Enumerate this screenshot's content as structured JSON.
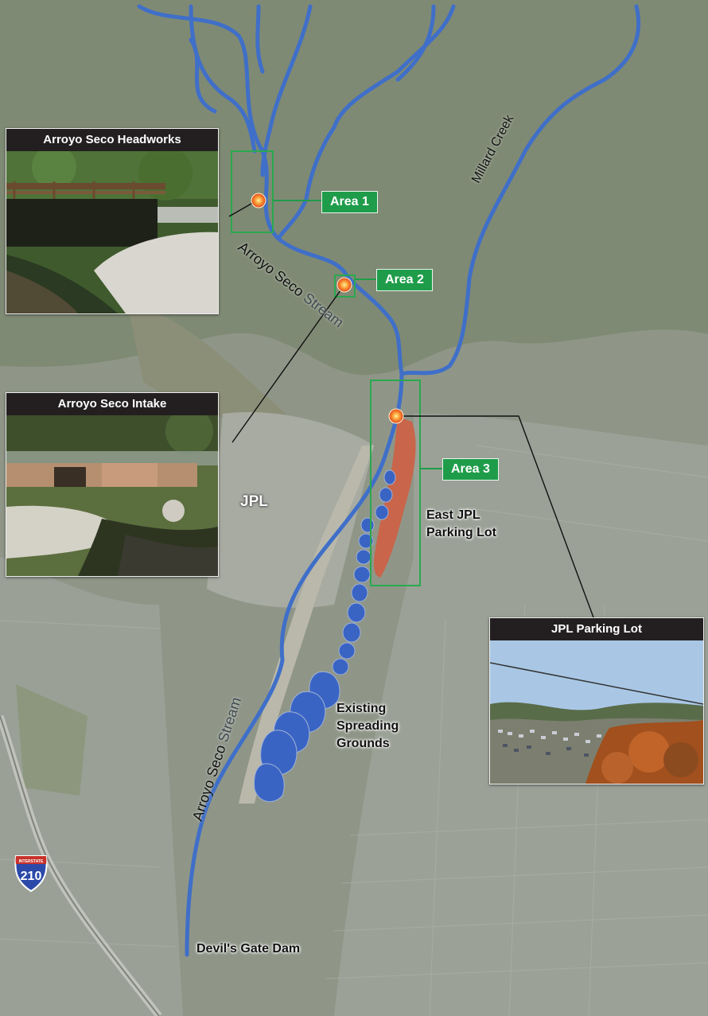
{
  "areas": {
    "area1": "Area 1",
    "area2": "Area 2",
    "area3": "Area 3"
  },
  "photos": {
    "headworks": "Arroyo Seco Headworks",
    "intake": "Arroyo Seco Intake",
    "parking": "JPL Parking Lot"
  },
  "labels": {
    "jpl": "JPL",
    "east_lot_line1": "East JPL",
    "east_lot_line2": "Parking Lot",
    "spreading_line1": "Existing",
    "spreading_line2": "Spreading",
    "spreading_line3": "Grounds",
    "millard": "Millard Creek",
    "stream_upper_name": "Arroyo Seco",
    "stream_upper_suffix": "Stream",
    "stream_lower_name": "Arroyo Seco",
    "stream_lower_suffix": "Stream",
    "dam": "Devil's Gate Dam",
    "interstate_word": "INTERSTATE",
    "interstate_number": "210"
  },
  "colors": {
    "stream": "#3f6fc8",
    "spreading_ground": "#3a64c4",
    "parking_area": "#c8654a",
    "area_box": "#2aa84f",
    "area_label_bg": "#1f9c4a",
    "site_marker": "#ff8a1c"
  },
  "icons": {
    "site_marker": "site-marker-icon",
    "interstate_shield": "interstate-shield-icon"
  }
}
